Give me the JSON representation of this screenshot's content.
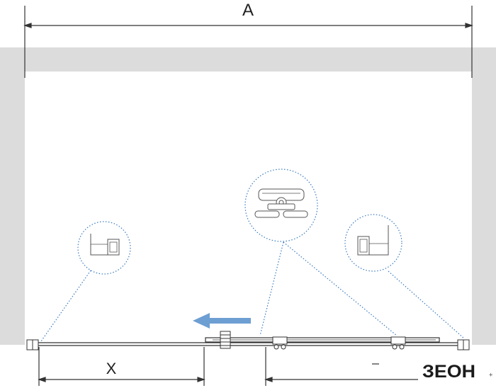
{
  "labels": {
    "dimension_a": "A",
    "dimension_x": "X"
  },
  "logo": {
    "text": "ЗЕОН",
    "suffix": "+"
  },
  "icons": {
    "direction_arrow": "left-arrow-icon",
    "roller_detail": "roller-carriage-icon",
    "left_profile_detail": "wall-profile-icon",
    "right_profile_detail": "wall-profile-icon"
  },
  "colors": {
    "wall": "#dcdcdc",
    "line": "#333333",
    "callout": "#3b7bbf",
    "arrow": "#6e9fd3",
    "detail": "#555555"
  }
}
